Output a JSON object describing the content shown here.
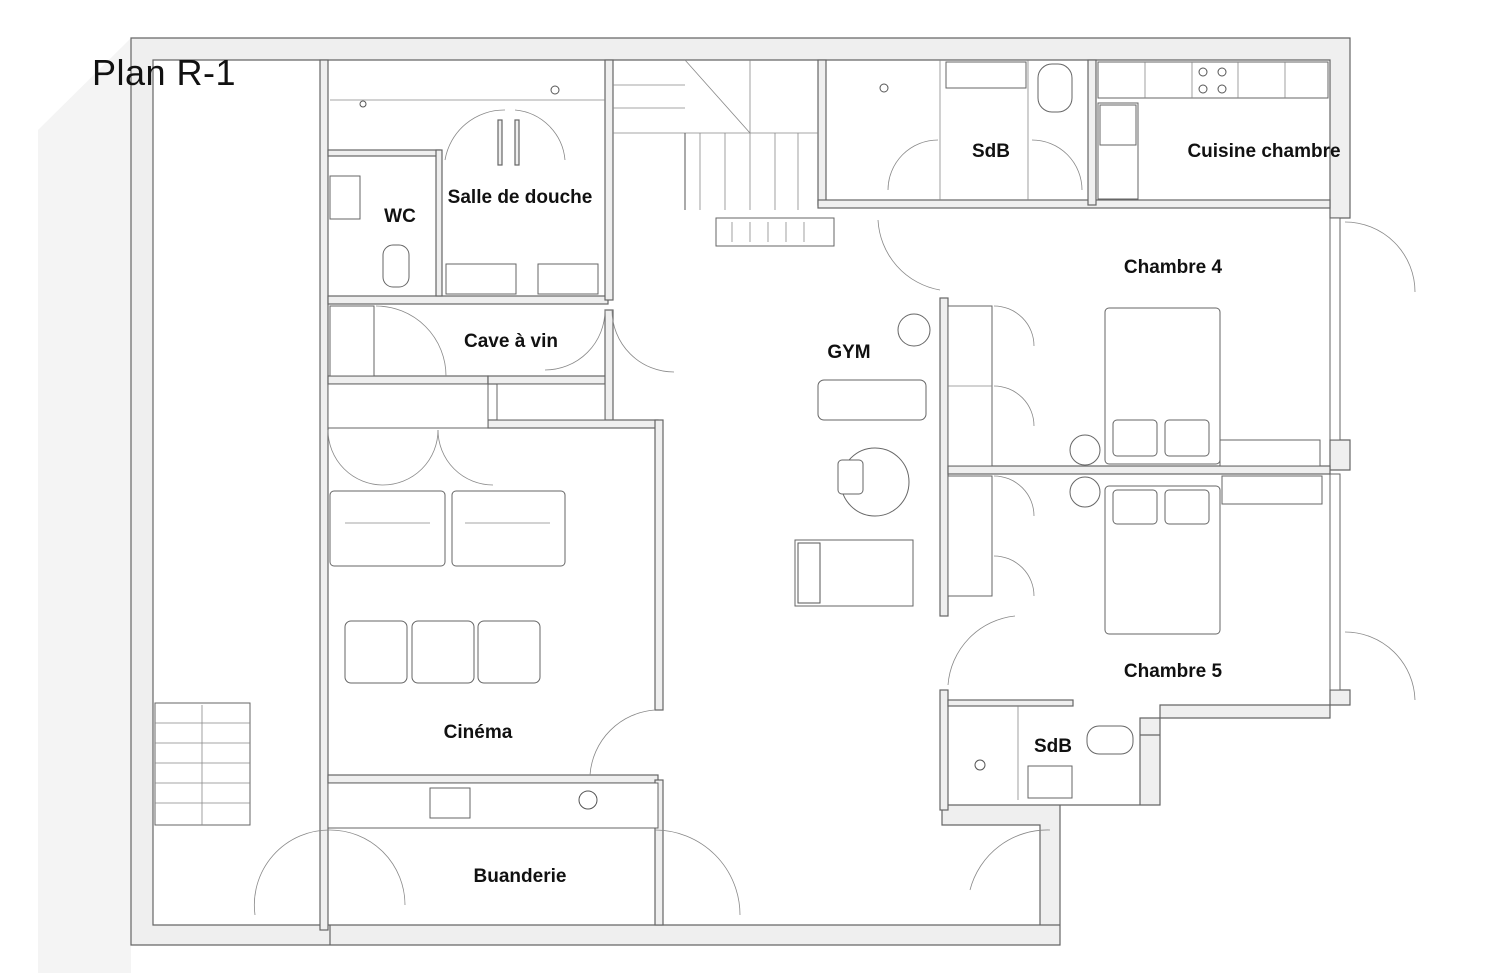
{
  "plan": {
    "title": "Plan R-1"
  },
  "rooms": {
    "salle_de_douche": "Salle de douche",
    "wc": "WC",
    "sdb_top": "SdB",
    "cuisine_chambre": "Cuisine chambre",
    "chambre_4": "Chambre 4",
    "cave_a_vin": "Cave à vin",
    "gym": "GYM",
    "cinema": "Cinéma",
    "chambre_5": "Chambre 5",
    "sdb_bottom": "SdB",
    "buanderie": "Buanderie"
  },
  "colors": {
    "wall_fill": "#efefef",
    "line": "#555555",
    "background": "#ffffff"
  }
}
